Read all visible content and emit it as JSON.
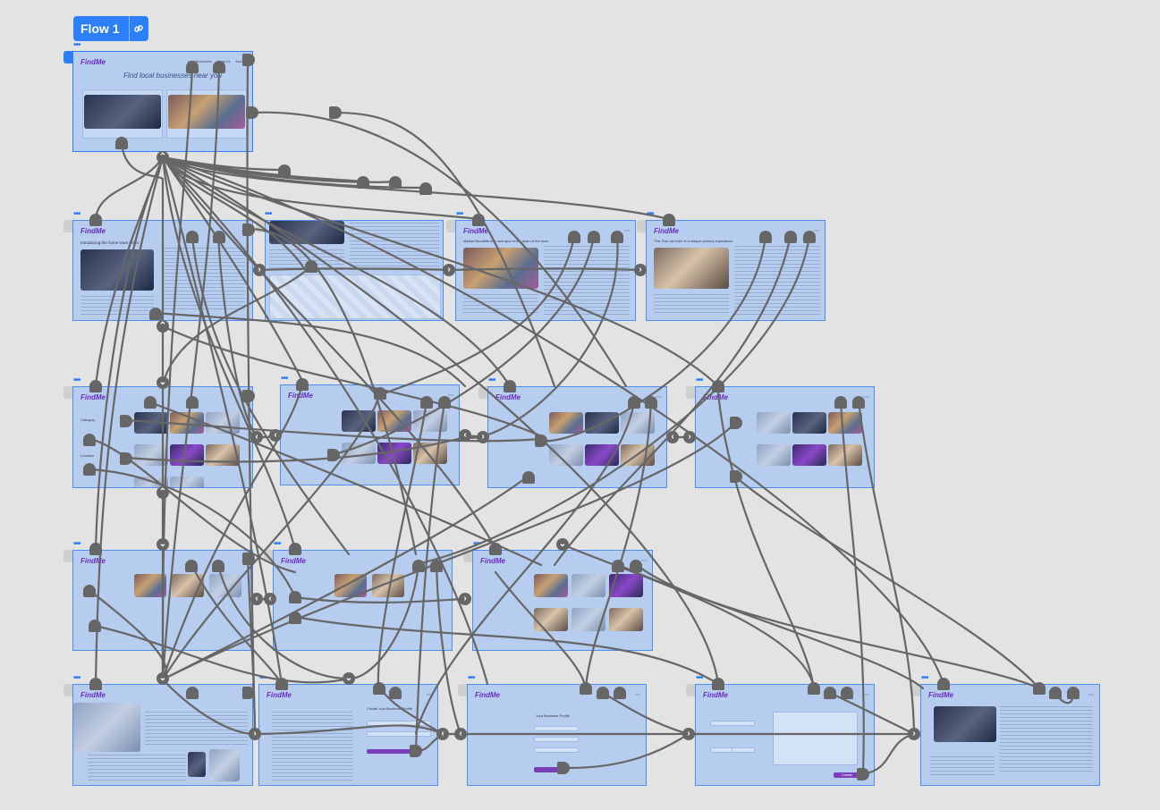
{
  "flow": {
    "label": "Flow 1",
    "link_icon": "link-icon"
  },
  "app": {
    "logo": "FindMe"
  },
  "frames": {
    "home": {
      "title": "Find local businesses near you",
      "nav": [
        "Local Businesses",
        "About Us",
        "Account"
      ]
    },
    "detail_bar": {
      "title": "Introducing the home-town bistro"
    },
    "detail_market": {
      "title": "Market Bonafide is a new spot in the heart of the town"
    },
    "detail_fish": {
      "title": "'The Fish net hole' is a unique culinary experience"
    },
    "list": {
      "category_label": "Category",
      "location_label": "Location"
    },
    "create_profile": {
      "title": "Create Your Business Profile"
    },
    "business_form": {
      "title": "Your Business Profile"
    },
    "submit": {
      "button": "Create"
    }
  },
  "colors": {
    "canvas": "#e3e3e3",
    "frame": "#b6cdef",
    "frame_border": "#4a8ef0",
    "accent": "#2d7ff9",
    "wire": "#666666",
    "logo": "#6a2dbf"
  }
}
